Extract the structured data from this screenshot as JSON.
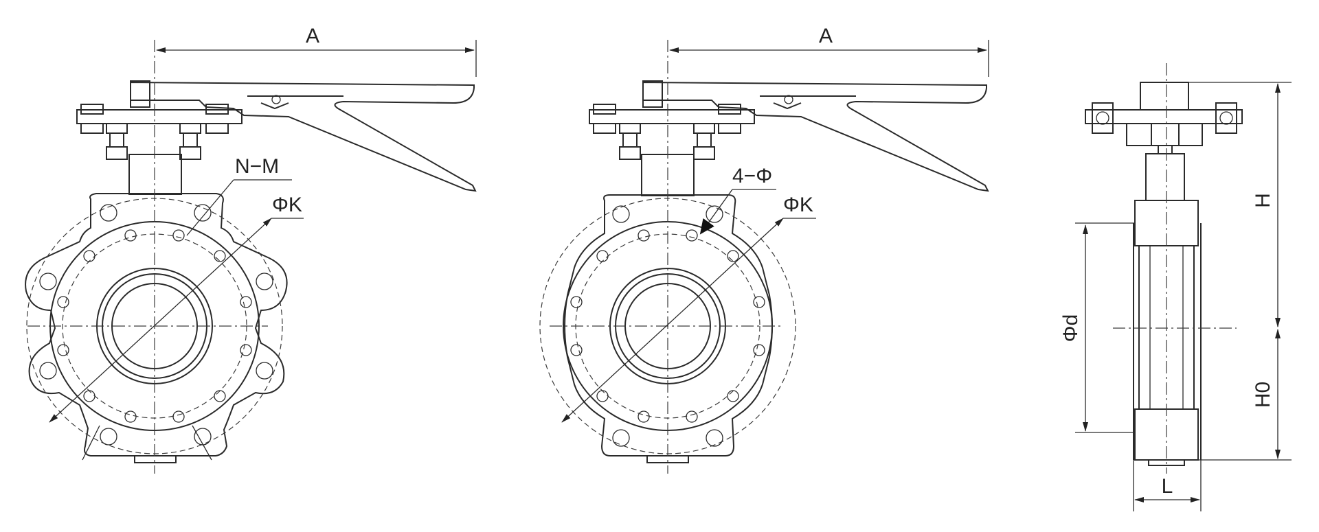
{
  "labels": {
    "view1_width": "A",
    "view1_holes": "N−M",
    "view1_pcd": "ΦK",
    "view2_width": "A",
    "view2_holes": "4−Φ",
    "view2_pcd": "ΦK",
    "side_height": "H",
    "side_diameter": "Φd",
    "side_lower_height": "H0",
    "side_length": "L"
  },
  "colors": {
    "line": "#2a2a2a",
    "background": "#ffffff"
  }
}
